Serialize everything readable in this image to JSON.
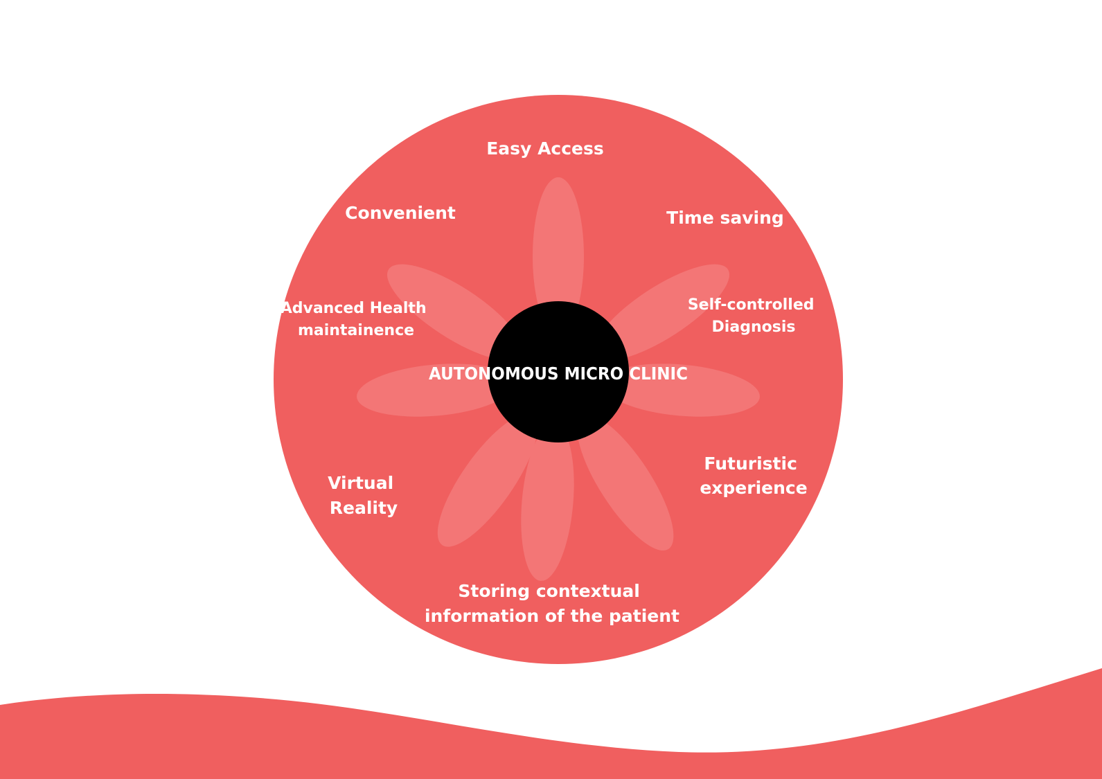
{
  "diagram": {
    "center_label": "AUTONOMOUS MICRO CLINIC",
    "attributes": [
      {
        "id": "easy-access",
        "lines": [
          "Easy Access"
        ]
      },
      {
        "id": "time-saving",
        "lines": [
          "Time saving"
        ]
      },
      {
        "id": "self-controlled-diagnosis",
        "lines": [
          "Self-controlled",
          "Diagnosis"
        ]
      },
      {
        "id": "futuristic-experience",
        "lines": [
          "Futuristic",
          "experience"
        ]
      },
      {
        "id": "storing-contextual-information",
        "lines": [
          "Storing contextual",
          "information of the patient"
        ]
      },
      {
        "id": "virtual-reality",
        "lines": [
          "Virtual",
          "Reality"
        ]
      },
      {
        "id": "advanced-health-maintainence",
        "lines": [
          "Advanced Health",
          "maintainence"
        ]
      },
      {
        "id": "convenient",
        "lines": [
          "Convenient"
        ]
      }
    ]
  },
  "colors": {
    "primary": "#f05f5f",
    "petal": "#f37676",
    "hub": "#000000",
    "text": "#ffffff",
    "background": "#ffffff"
  }
}
